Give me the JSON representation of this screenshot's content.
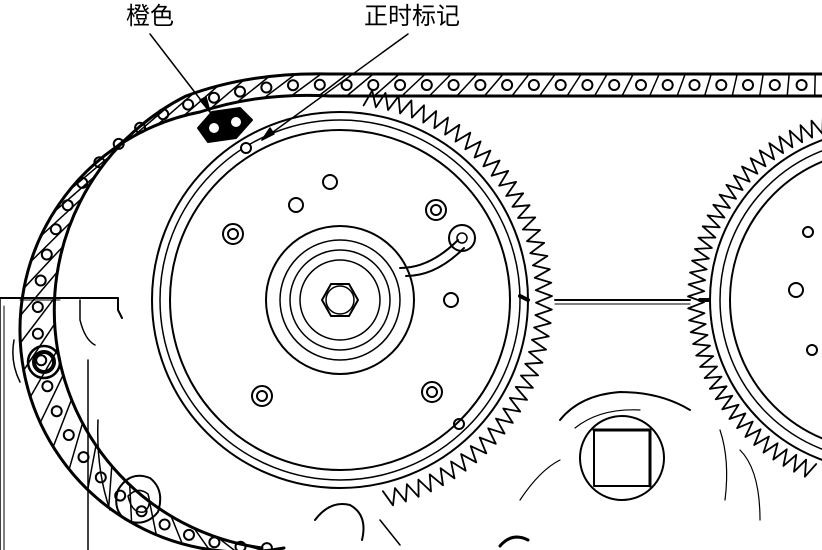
{
  "labels": {
    "orange": "橙色",
    "timing_mark": "正时标记"
  },
  "colors": {
    "ink": "#000000",
    "paper": "#ffffff",
    "orange_link_fill": "#000000"
  },
  "icons": {
    "chain": "timing-chain",
    "left_sprocket": "camshaft-sprocket-left",
    "right_sprocket": "camshaft-sprocket-right"
  }
}
